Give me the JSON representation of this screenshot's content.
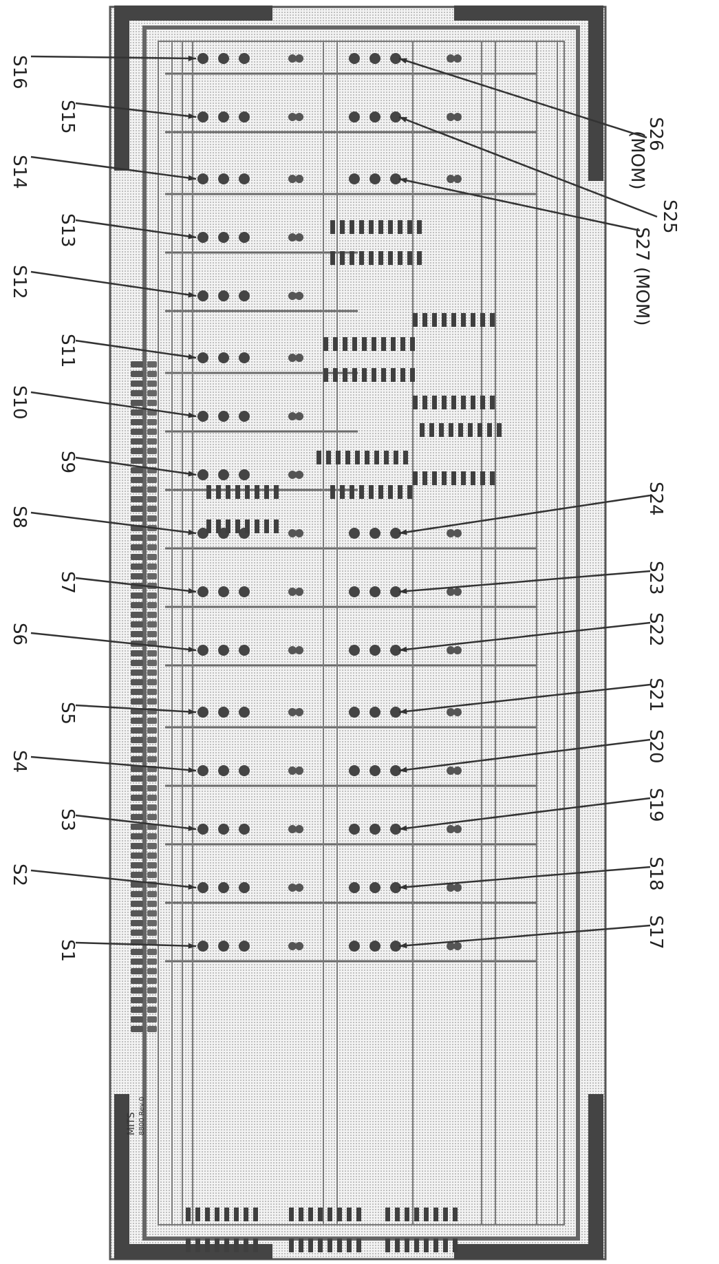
{
  "diagram": {
    "board_marking": {
      "line1": "MITS",
      "line2": "8800 Rev.0"
    },
    "switch_labels": {
      "s1": "S1",
      "s2": "S2",
      "s3": "S3",
      "s4": "S4",
      "s5": "S5",
      "s6": "S6",
      "s7": "S7",
      "s8": "S8",
      "s9": "S9",
      "s10": "S10",
      "s11": "S11",
      "s12": "S12",
      "s13": "S13",
      "s14": "S14",
      "s15": "S15",
      "s16": "S16",
      "s17": "S17",
      "s18": "S18",
      "s19": "S19",
      "s20": "S20",
      "s21": "S21",
      "s22": "S22",
      "s23": "S23",
      "s24": "S24",
      "s25": "S25",
      "s26": "S26",
      "s26_note": "(MOM)",
      "s27": "S27 (MOM)"
    }
  }
}
